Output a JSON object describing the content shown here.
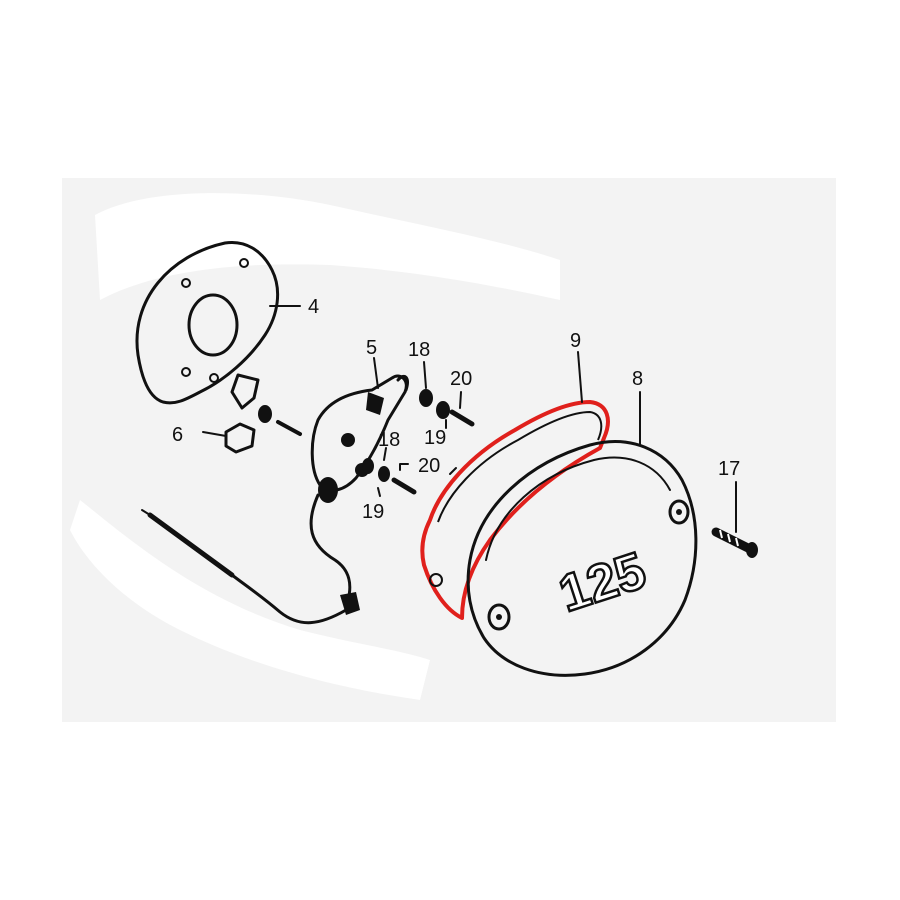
{
  "diagram": {
    "parts": [
      {
        "id": "4",
        "label": "4"
      },
      {
        "id": "5",
        "label": "5"
      },
      {
        "id": "6",
        "label": "6"
      },
      {
        "id": "8",
        "label": "8"
      },
      {
        "id": "9",
        "label": "9"
      },
      {
        "id": "17",
        "label": "17"
      },
      {
        "id": "18a",
        "label": "18"
      },
      {
        "id": "18b",
        "label": "18"
      },
      {
        "id": "19a",
        "label": "19"
      },
      {
        "id": "19b",
        "label": "19"
      },
      {
        "id": "20a",
        "label": "20"
      },
      {
        "id": "20b",
        "label": "20"
      }
    ],
    "cover_emblem": "125",
    "colors": {
      "ink": "#111111",
      "gasket_highlight": "#e0201c",
      "background": "#ffffff",
      "paper": "#f3f3f3"
    }
  }
}
